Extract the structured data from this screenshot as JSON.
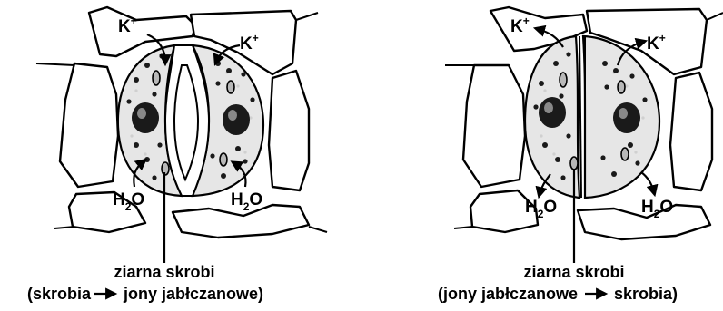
{
  "colors": {
    "ink": "#000000",
    "cytoplasm": "#e6e6e6",
    "plastid": "#b8b8b8",
    "background": "#ffffff"
  },
  "labels": {
    "potassium_base": "K",
    "potassium_charge": "+",
    "water_h": "H",
    "water_sub": "2",
    "water_o": "O"
  },
  "left_panel": {
    "caption_line1": "ziarna skrobi",
    "caption_line2_before": "(skrobia",
    "caption_line2_after": "jony jabłczanowe)"
  },
  "right_panel": {
    "caption_line1": "ziarna skrobi",
    "caption_line2_before": "(jony jabłczanowe",
    "caption_line2_after": "skrobia)"
  }
}
